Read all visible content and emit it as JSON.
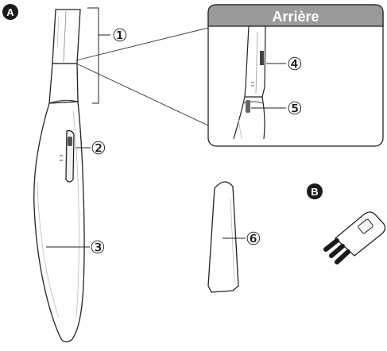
{
  "badges": {
    "a": "A",
    "b": "B"
  },
  "inset": {
    "title": "Arrière"
  },
  "callouts": {
    "c1": "①",
    "c2": "②",
    "c3": "③",
    "c4": "④",
    "c5": "⑤",
    "c6": "⑥"
  },
  "colors": {
    "line": "#222222",
    "body_shade": "#eeeeee",
    "inset_header": "#9a9a9a",
    "badge": "#1a1a1a"
  }
}
